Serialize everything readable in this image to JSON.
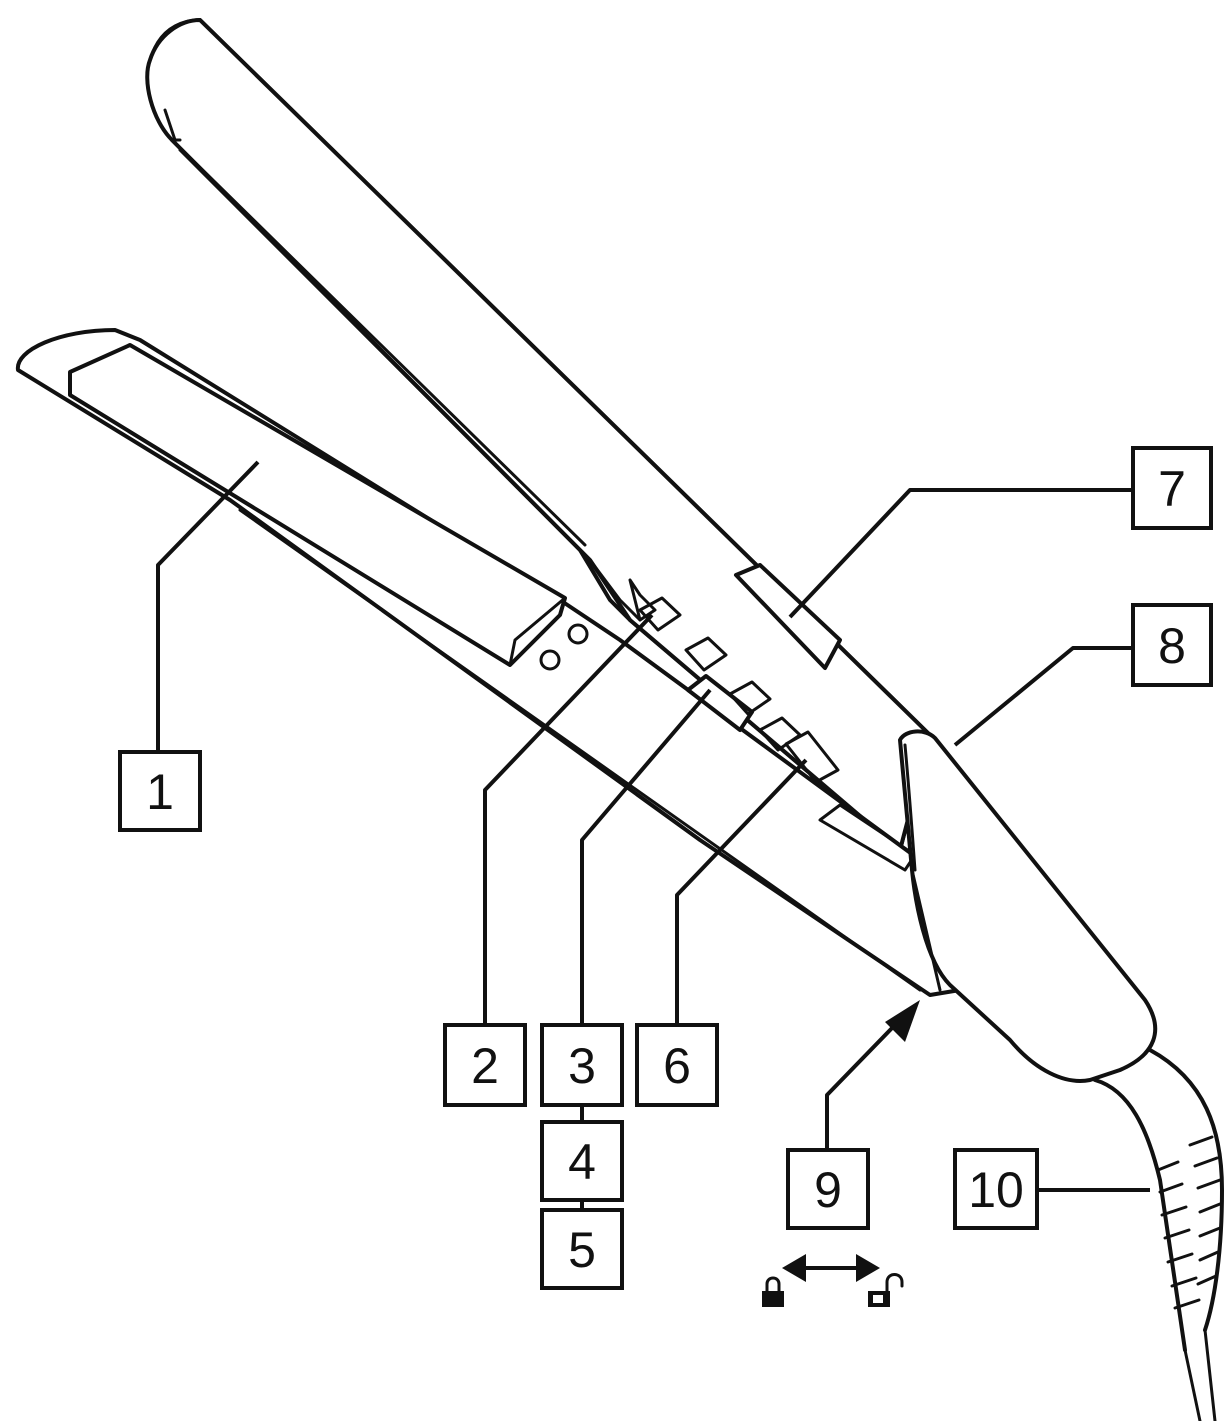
{
  "callouts": [
    {
      "id": "1",
      "label": "1"
    },
    {
      "id": "2",
      "label": "2"
    },
    {
      "id": "3",
      "label": "3"
    },
    {
      "id": "4",
      "label": "4"
    },
    {
      "id": "5",
      "label": "5"
    },
    {
      "id": "6",
      "label": "6"
    },
    {
      "id": "7",
      "label": "7"
    },
    {
      "id": "8",
      "label": "8"
    },
    {
      "id": "9",
      "label": "9"
    },
    {
      "id": "10",
      "label": "10"
    }
  ],
  "icons": {
    "lock": "lock-icon",
    "unlock": "unlock-icon",
    "lock_arrow": "double-arrow-icon"
  },
  "colors": {
    "line": "#111111",
    "background": "#ffffff"
  }
}
